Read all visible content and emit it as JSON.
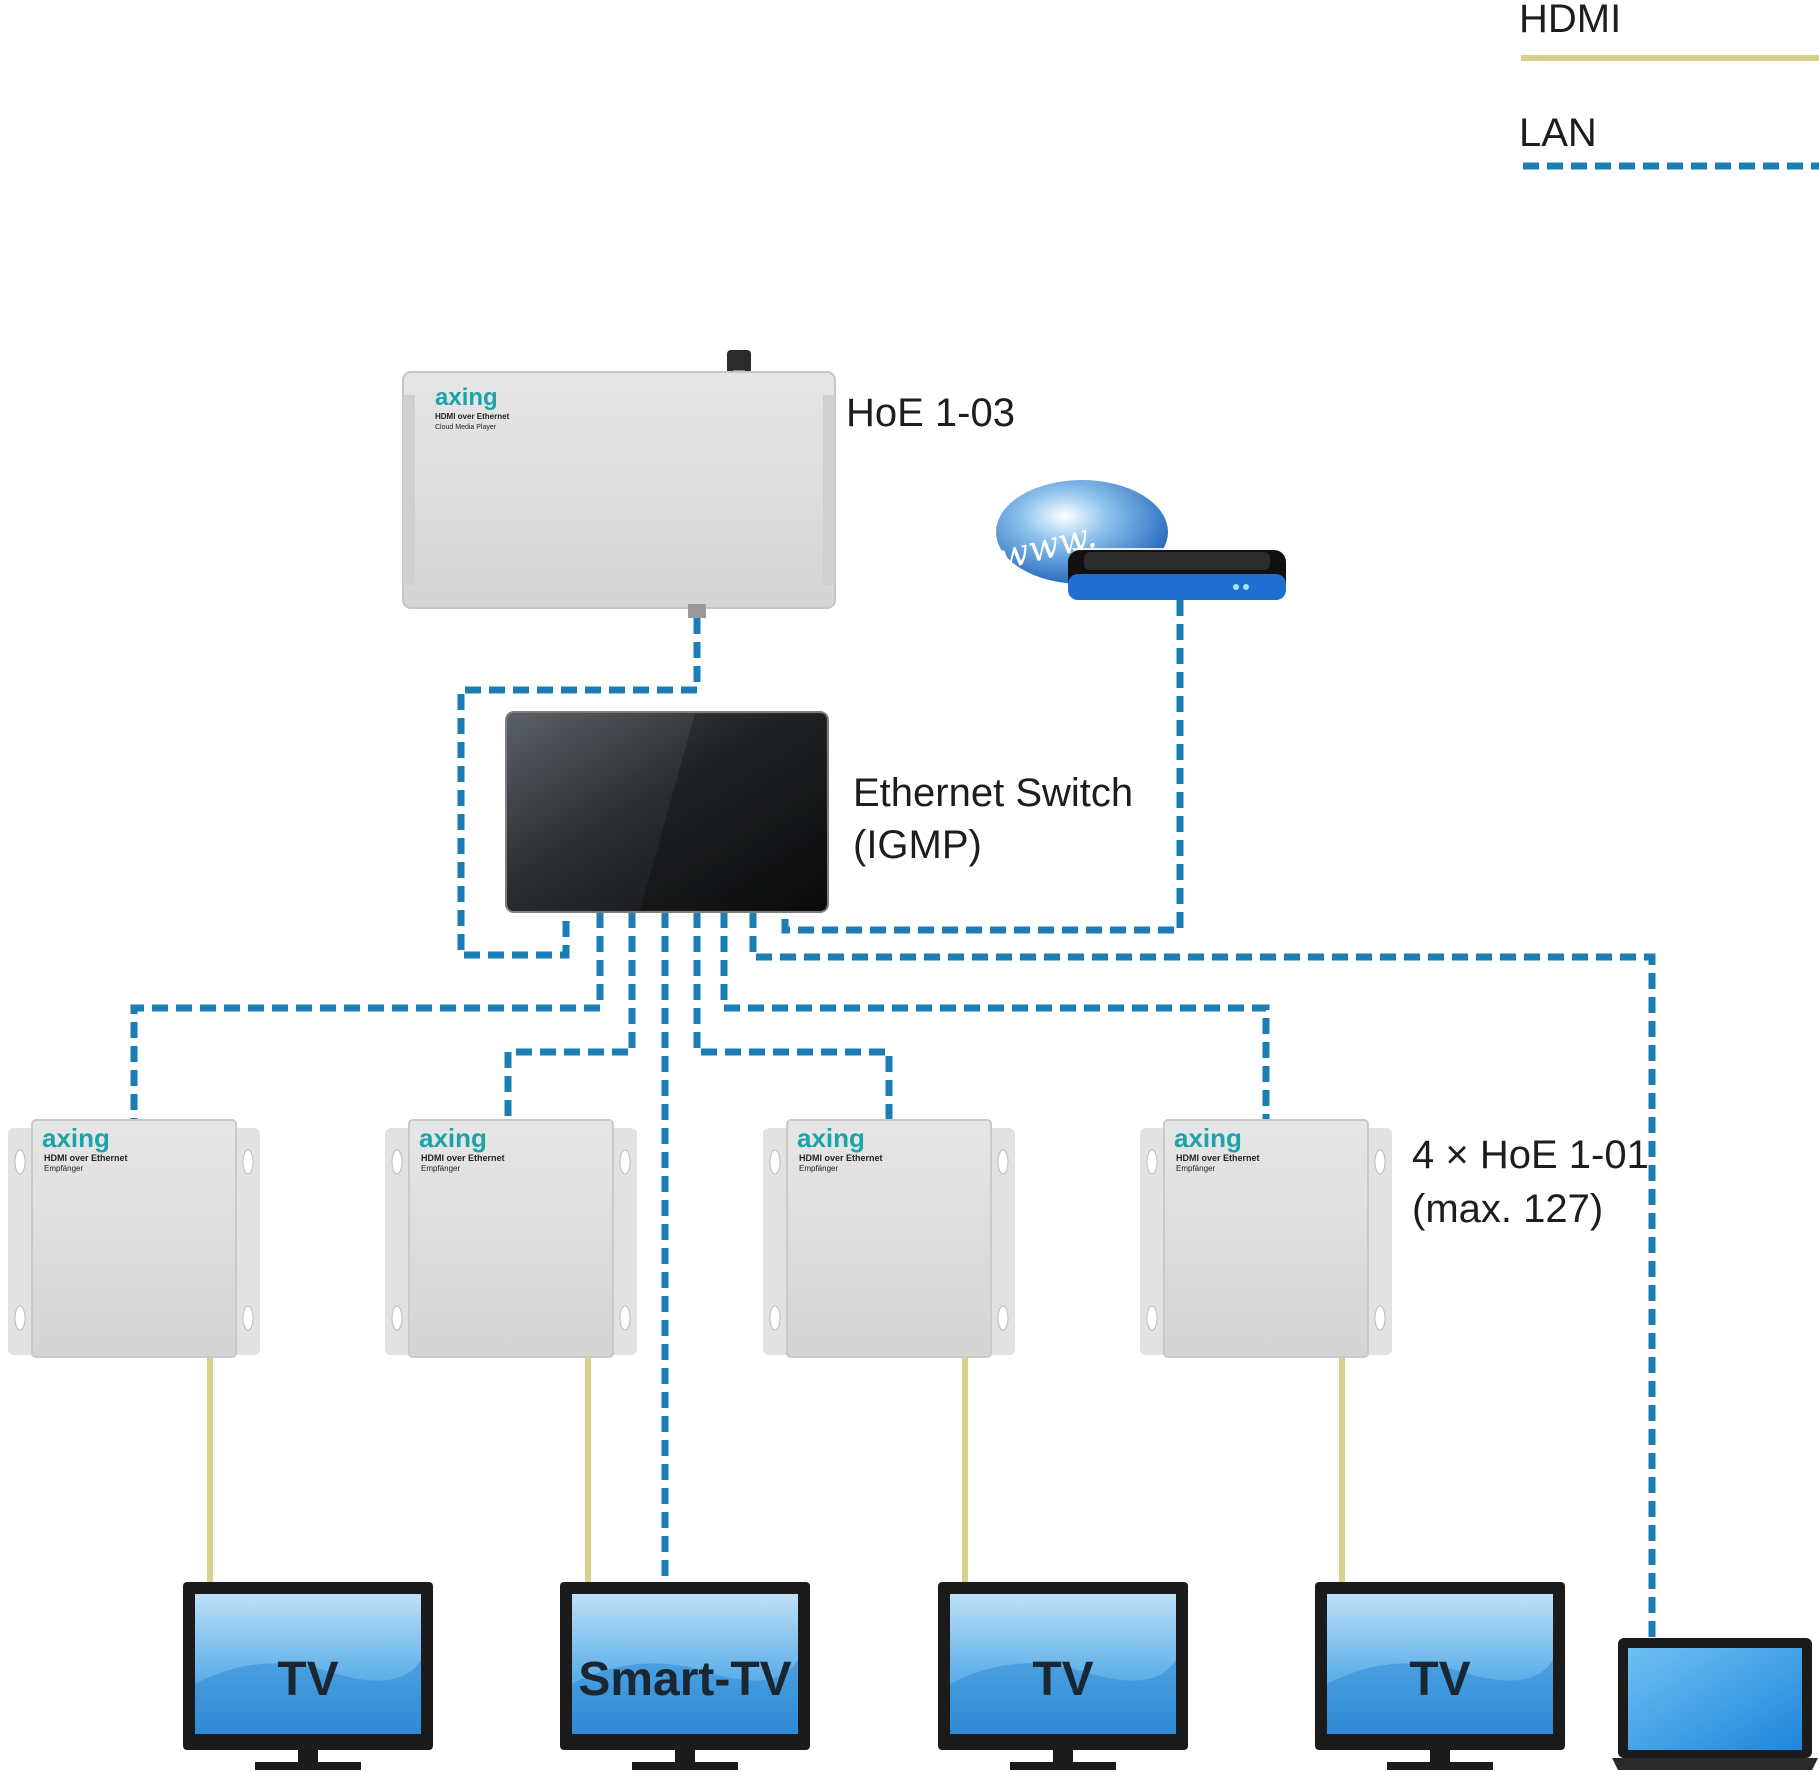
{
  "legend": {
    "hdmi_label": "HDMI",
    "lan_label": "LAN"
  },
  "colors": {
    "hdmi": "#d8d18a",
    "lan": "#1a7db4"
  },
  "icons": [
    "cloud-media-player",
    "globe-www-icon",
    "router-icon",
    "ethernet-switch",
    "receiver-box",
    "tv-monitor",
    "laptop-icon"
  ],
  "devices": {
    "player": {
      "label": "HoE 1-03",
      "brand": "axing",
      "line1": "HDMI over Ethernet",
      "line2": "Cloud Media Player"
    },
    "internet": {
      "www": "www."
    },
    "switch": {
      "label_line1": "Ethernet Switch",
      "label_line2": "(IGMP)"
    },
    "receivers": {
      "label_line1": "4 × HoE 1-01",
      "label_line2": "(max. 127)",
      "items": [
        {
          "brand": "axing",
          "line1": "HDMI over Ethernet",
          "line2": "Empfänger"
        },
        {
          "brand": "axing",
          "line1": "HDMI over Ethernet",
          "line2": "Empfänger"
        },
        {
          "brand": "axing",
          "line1": "HDMI over Ethernet",
          "line2": "Empfänger"
        },
        {
          "brand": "axing",
          "line1": "HDMI over Ethernet",
          "line2": "Empfänger"
        }
      ]
    },
    "screens": [
      {
        "label": "TV"
      },
      {
        "label": "Smart-TV"
      },
      {
        "label": "TV"
      },
      {
        "label": "TV"
      }
    ]
  }
}
